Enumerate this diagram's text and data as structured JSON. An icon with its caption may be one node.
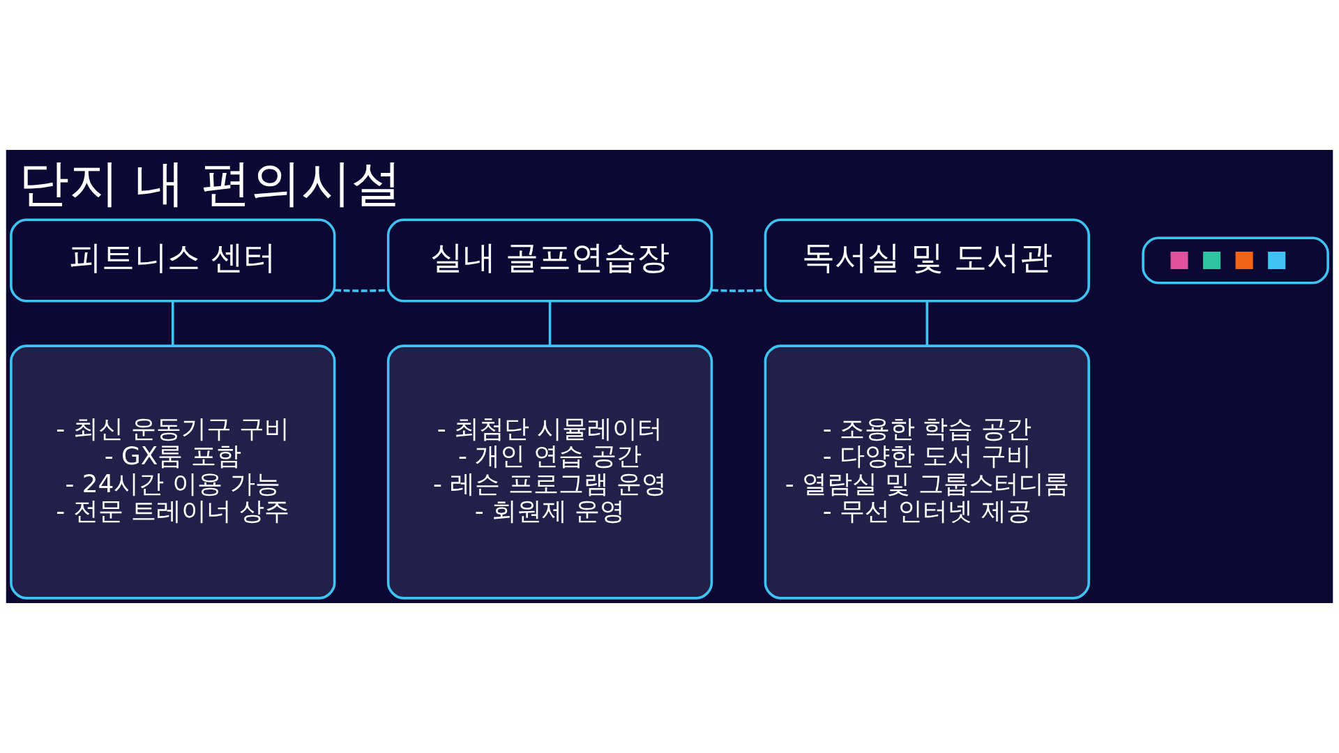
{
  "diagram": {
    "title": "단지 내 편의시설",
    "nodes": [
      {
        "text": [
          "피트니스 센터"
        ]
      },
      {
        "text": [
          "실내 골프연습장"
        ]
      },
      {
        "text": [
          "독서실 및 도서관"
        ]
      },
      {
        "text": [
          "- 최신 운동기구 구비",
          "- GX룸 포함",
          "- 24시간 이용 가능",
          "- 전문 트레이너 상주"
        ]
      },
      {
        "text": [
          "- 최첨단 시뮬레이터",
          "- 개인 연습 공간",
          "- 레슨 프로그램 운영",
          "- 회원제 운영"
        ]
      },
      {
        "text": [
          "- 조용한 학습 공간",
          "- 다양한 도서 구비",
          "- 열람실 및 그룹스터디룸",
          "- 무선 인터넷 제공"
        ]
      },
      {
        "text": [],
        "shape": "box"
      }
    ],
    "edges": [
      {
        "from": 0,
        "to": 1,
        "arrow": "none",
        "style": "dashed"
      },
      {
        "from": 1,
        "to": 2,
        "arrow": "none",
        "style": "dashed"
      },
      {
        "from": 0,
        "to": 3,
        "arrow": "none"
      },
      {
        "from": 1,
        "to": 4,
        "arrow": "none"
      },
      {
        "from": 2,
        "to": 5,
        "arrow": "none"
      }
    ]
  }
}
